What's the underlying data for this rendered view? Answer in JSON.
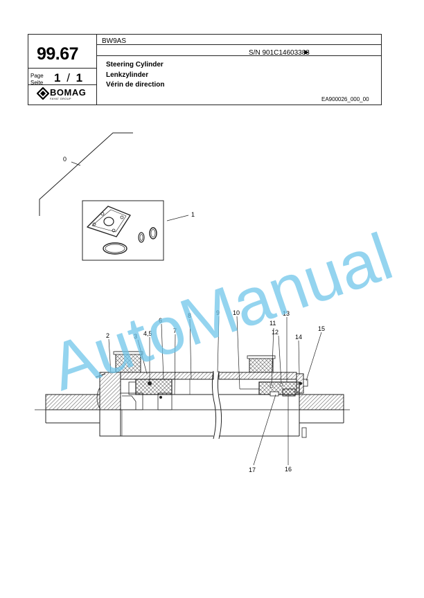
{
  "header": {
    "page_number": "99.67",
    "page_label_line1": "Page",
    "page_label_line2": "Seite",
    "page_current": "1",
    "page_separator": "/",
    "page_total": "1",
    "logo_text": "BOMAG",
    "logo_subtext": "FAYAT GROUP",
    "model": "BW9AS",
    "serial": "S/N 901C14603383",
    "serial_arrow": "▶",
    "title_en": "Steering Cylinder",
    "title_de": "Lenkzylinder",
    "title_fr": "Vérin de direction",
    "doc_ref": "EA900026_000_00"
  },
  "watermark": "AutoManual",
  "callouts": [
    "0",
    "1",
    "2",
    "3",
    "4,5",
    "6",
    "7",
    "8",
    "9",
    "10",
    "11",
    "12",
    "13",
    "14",
    "15",
    "16",
    "17"
  ],
  "colors": {
    "watermark": "#6cc4ea",
    "line": "#222222"
  }
}
